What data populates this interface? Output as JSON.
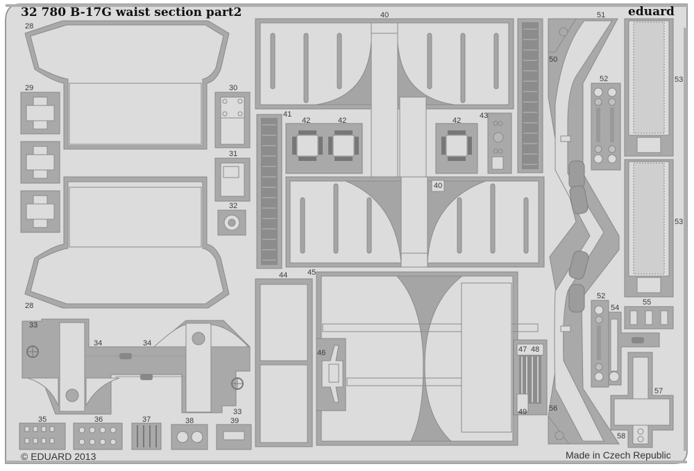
{
  "sheet": {
    "title": "32 780  B-17G waist section   part2",
    "brand": "eduard",
    "copyright": "© EDUARD 2013",
    "origin": "Made in Czech Republic",
    "colors": {
      "background": "#dcdcdc",
      "frame": "#a9a9a9",
      "outline": "#8a8a8a",
      "text": "#333333"
    }
  },
  "parts": {
    "p28a": "28",
    "p28b": "28",
    "p29": "29",
    "p30": "30",
    "p31": "31",
    "p32": "32",
    "p33a": "33",
    "p33b": "33",
    "p34a": "34",
    "p34b": "34",
    "p35": "35",
    "p36": "36",
    "p37": "37",
    "p38": "38",
    "p39": "39",
    "p40a": "40",
    "p40b": "40",
    "p41": "41",
    "p42a": "42",
    "p42b": "42",
    "p42c": "42",
    "p43": "43",
    "p44": "44",
    "p45": "45",
    "p46": "46",
    "p47": "47",
    "p48": "48",
    "p49": "49",
    "p50": "50",
    "p51": "51",
    "p52a": "52",
    "p52b": "52",
    "p53a": "53",
    "p53b": "53",
    "p54": "54",
    "p55": "55",
    "p56": "56",
    "p57": "57",
    "p58": "58"
  }
}
